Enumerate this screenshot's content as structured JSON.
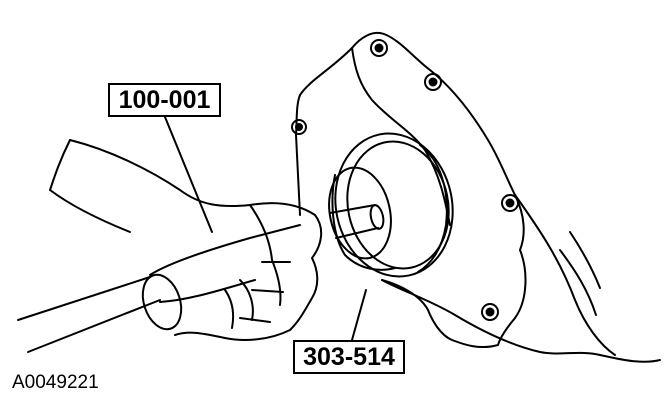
{
  "callouts": {
    "tool_a": "100-001",
    "tool_b": "303-514"
  },
  "figure_id": "A0049221",
  "colors": {
    "ink": "#000000",
    "paper": "#ffffff"
  }
}
